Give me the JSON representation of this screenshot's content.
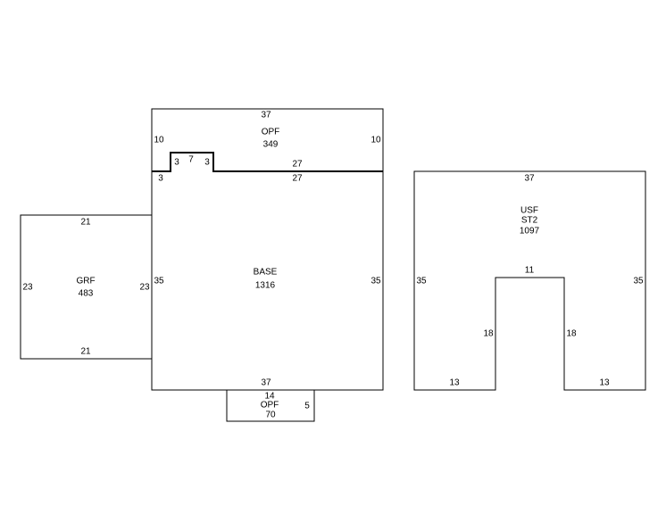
{
  "areas": {
    "opf_top": {
      "code": "OPF",
      "area": "349",
      "dims": {
        "top": "37",
        "left": "10",
        "right": "10",
        "bottom": "27",
        "notch_left": "3",
        "notch_top": "7",
        "notch_right": "3"
      }
    },
    "base": {
      "code": "BASE",
      "area": "1316",
      "dims": {
        "top": "27",
        "top_left": "3",
        "left": "35",
        "right": "35",
        "bottom": "37"
      }
    },
    "grf": {
      "code": "GRF",
      "area": "483",
      "dims": {
        "top": "21",
        "bottom": "21",
        "left": "23",
        "right": "23"
      }
    },
    "opf_bottom": {
      "code": "OPF",
      "area": "70",
      "dims": {
        "top": "14",
        "right": "5"
      }
    },
    "usf": {
      "code": "USF",
      "subcode": "ST2",
      "area": "1097",
      "dims": {
        "top": "37",
        "left": "35",
        "right": "35",
        "inner_top": "11",
        "inner_left": "18",
        "inner_right": "18",
        "bottom_left": "13",
        "bottom_right": "13"
      }
    }
  }
}
